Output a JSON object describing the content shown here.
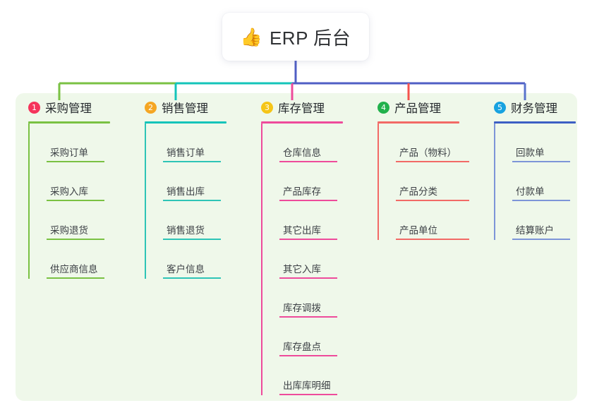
{
  "title": {
    "emoji": "👍",
    "emoji_name": "thumbs-up-icon",
    "text": "ERP 后台"
  },
  "colors": {
    "page_background": "#ffffff",
    "panel_background": "#eff8ea",
    "card_background": "#ffffff",
    "title_text": "#2f3134",
    "item_text": "#3c4045",
    "trunk_line": "#4f5ec4"
  },
  "columns": [
    {
      "number": "1",
      "title": "采购管理",
      "badge_color": "#f5345b",
      "rule_color": "#7ac143",
      "line_color": "#7ac143",
      "connector_color": "#7ac143",
      "width": 165,
      "rule_width": 116,
      "item_rule_width": 82,
      "items": [
        {
          "label": "采购订单"
        },
        {
          "label": "采购入库"
        },
        {
          "label": "采购退货"
        },
        {
          "label": "供应商信息"
        }
      ]
    },
    {
      "number": "2",
      "title": "销售管理",
      "badge_color": "#f5a623",
      "rule_color": "#14c4ba",
      "line_color": "#2ec4b6",
      "connector_color": "#14c4ba",
      "width": 165,
      "rule_width": 116,
      "item_rule_width": 82,
      "items": [
        {
          "label": "销售订单"
        },
        {
          "label": "销售出库"
        },
        {
          "label": "销售退货"
        },
        {
          "label": "客户信息"
        }
      ]
    },
    {
      "number": "3",
      "title": "库存管理",
      "badge_color": "#f5c518",
      "rule_color": "#ee4b9b",
      "line_color": "#ee4b9b",
      "connector_color": "#ee4b9b",
      "width": 165,
      "rule_width": 116,
      "item_rule_width": 82,
      "items": [
        {
          "label": "仓库信息"
        },
        {
          "label": "产品库存"
        },
        {
          "label": "其它出库"
        },
        {
          "label": "其它入库"
        },
        {
          "label": "库存调拨"
        },
        {
          "label": "库存盘点"
        },
        {
          "label": "出库库明细"
        }
      ]
    },
    {
      "number": "4",
      "title": "产品管理",
      "badge_color": "#22b14c",
      "rule_color": "#f26a66",
      "line_color": "#f26a66",
      "connector_color": "#f5534e",
      "width": 165,
      "rule_width": 116,
      "item_rule_width": 104,
      "items": [
        {
          "label": "产品（物料）"
        },
        {
          "label": "产品分类"
        },
        {
          "label": "产品单位"
        }
      ]
    },
    {
      "number": "5",
      "title": "财务管理",
      "badge_color": "#17a2e0",
      "rule_color": "#3d5fc4",
      "line_color": "#7d95d8",
      "connector_color": "#5a73cc",
      "width": 136,
      "rule_width": 116,
      "item_rule_width": 82,
      "items": [
        {
          "label": "回款单"
        },
        {
          "label": "付款单"
        },
        {
          "label": "结算账户"
        }
      ]
    }
  ]
}
